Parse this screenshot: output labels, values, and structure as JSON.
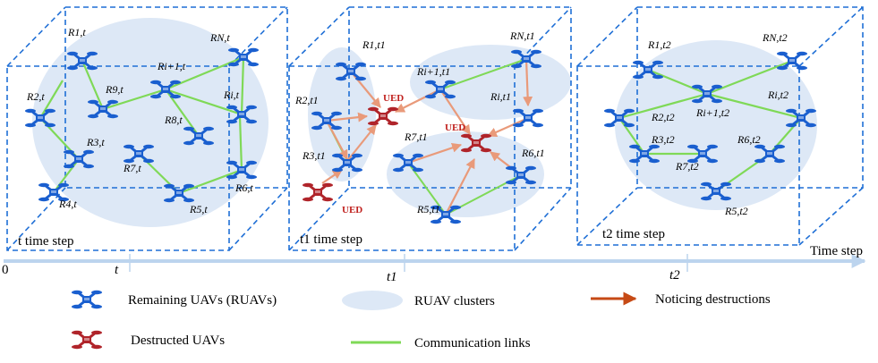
{
  "panels": [
    {
      "step_label": "t time step",
      "labels": {
        "r1": "R1,t",
        "rn": "RN,t",
        "ri1": "Ri+1,t",
        "r9": "R9,t",
        "r2": "R2,t",
        "ri": "Ri,t",
        "r8": "R8,t",
        "r3": "R3,t",
        "r7": "R7,t",
        "r6": "R6,t",
        "r4": "R4,t",
        "r5": "R5,t"
      }
    },
    {
      "step_label": "t1 time step",
      "labels": {
        "r1": "R1,t1",
        "rn": "RN,t1",
        "ri1": "Ri+1,t1",
        "r2": "R2,t1",
        "ri": "Ri,t1",
        "r7": "R7,t1",
        "r3": "R3,t1",
        "r6": "R6,t1",
        "r5": "R5,t1"
      },
      "ued": [
        "UED",
        "UED",
        "UED"
      ]
    },
    {
      "step_label": "t2 time step",
      "labels": {
        "r1": "R1,t2",
        "rn": "RN,t2",
        "r2": "R2,t2",
        "ri1": "Ri+1,t2",
        "ri": "Ri,t2",
        "r3": "R3,t2",
        "r6": "R6,t2",
        "r7": "R7,t2",
        "r5": "R5,t2"
      }
    }
  ],
  "timeline": {
    "origin": "0",
    "ticks": [
      "t",
      "t1",
      "t2"
    ],
    "axis_label": "Time step"
  },
  "legend": {
    "remaining": "Remaining UAVs (RUAVs)",
    "clusters": "RUAV clusters",
    "noticing": "Noticing destructions",
    "destructed": "Destructed UAVs",
    "links": "Communication links"
  },
  "colors": {
    "box": "#1f6fd6",
    "cluster": "#dde8f6",
    "ruav": "#1a5fcf",
    "destructed": "#b0242a",
    "link": "#7fd957",
    "noticing": "#d0531f",
    "timeline": "#bcd4ee"
  }
}
